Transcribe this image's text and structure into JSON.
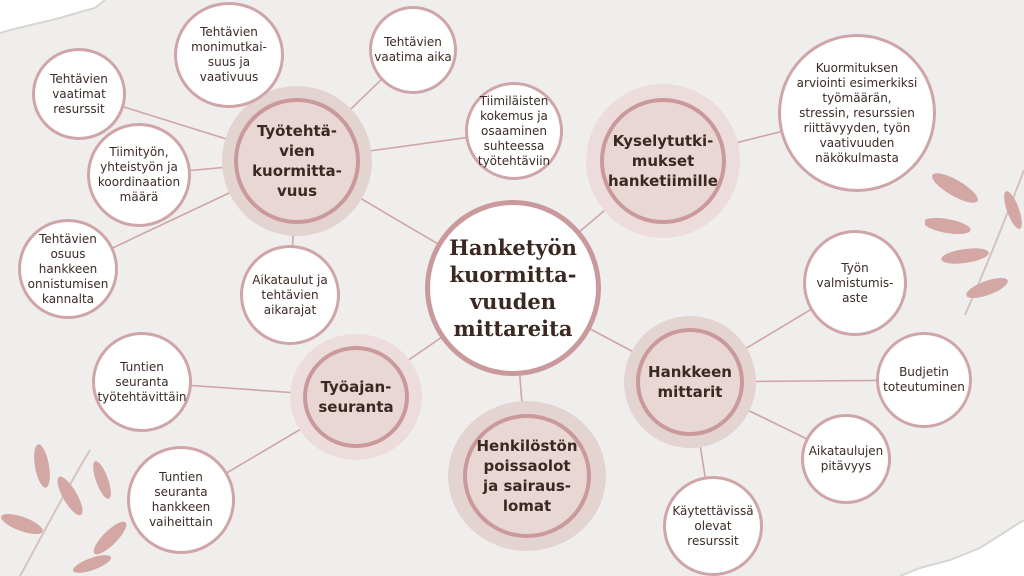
{
  "center": {
    "label": "Hanketyön\nkuormitta-\nvuuden\nmittareita"
  },
  "hubs": {
    "tyotehtavien": "Työtehtä-\nvien\nkuormitta-\nvuus",
    "kysely": "Kyselytutki-\nmukset\nhanketiimille",
    "hankkeen": "Hankkeen\nmittarit",
    "henkilosto": "Henkilöstön\npoissaolot\nja sairaus-\nlomat",
    "tyoajan": "Työajan-\nseuranta"
  },
  "leaves": {
    "monimutkaisuus": "Tehtävien\nmonimutkai-\nsuus ja\nvaativuus",
    "vaatima_aika": "Tehtävien\nvaatima aika",
    "resurssit": "Tehtävien\nvaatimat\nresurssit",
    "tiimityo": "Tiimityön,\nyhteistyön ja\nkoordinaation\nmäärä",
    "osuus": "Tehtävien\nosuus\nhankkeen\nonnistumisen\nkannalta",
    "kokemus": "Tiimiläisten\nkokemus ja\nosaaminen\nsuhteessa\ntyötehtäviin",
    "aikataulut": "Aikataulut ja\ntehtävien\naikarajat",
    "arviointi": "Kuormituksen\narviointi esimerkiksi\ntyömäärän,\nstressin, resurssien\nriittävyyden, työn\nvaativuuden\nnäkökulmasta",
    "valmistumisaste": "Työn\nvalmistumis-\naste",
    "budjetti": "Budjetin\ntoteutuminen",
    "pitavyys": "Aikataulujen\npitävyys",
    "kaytettavissa": "Käytettävissä\nolevat\nresurssit",
    "tuntien_tyotehtavittain": "Tuntien\nseuranta\ntyötehtävittäin",
    "tuntien_vaiheittain": "Tuntien\nseuranta\nhankkeen\nvaiheittain"
  },
  "colors": {
    "background": "#efeeec",
    "node_border": "#cfa5a7",
    "hub_fill": "#e9d7d6",
    "halo": "#e3d3d1",
    "text": "#3a2821",
    "leaf_decoration": "#d3a7a3"
  }
}
